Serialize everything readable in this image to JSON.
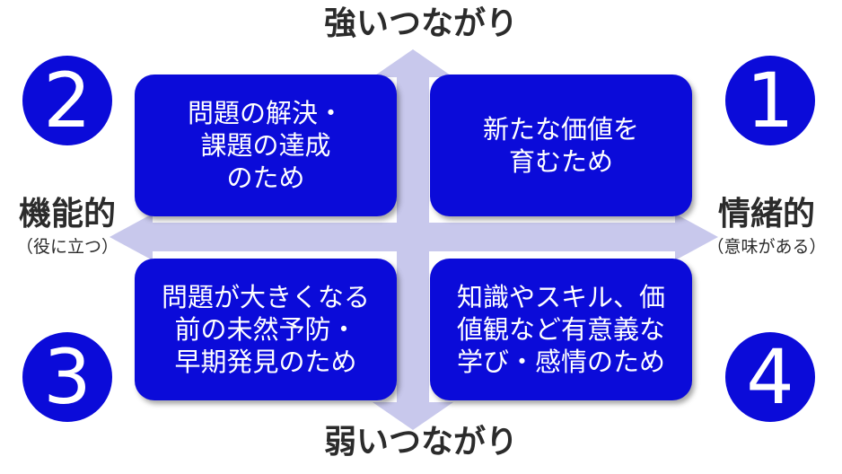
{
  "axes": {
    "top": "強いつながり",
    "bottom": "弱いつながり",
    "left": {
      "main": "機能的",
      "sub": "（役に立つ）"
    },
    "right": {
      "main": "情緒的",
      "sub": "（意味がある）"
    }
  },
  "quadrants": {
    "q1": {
      "number": "1",
      "text": "新たな価値を\n育むため"
    },
    "q2": {
      "number": "2",
      "text": "問題の解決・\n課題の達成\nのため"
    },
    "q3": {
      "number": "3",
      "text": "問題が大きくなる\n前の未然予防・\n早期発見のため"
    },
    "q4": {
      "number": "4",
      "text": "知識やスキル、価\n値観など有意義な\n学び・感情のため"
    }
  },
  "colors": {
    "accent": "#0b0bd9",
    "arrow": "#c8c8ec"
  }
}
